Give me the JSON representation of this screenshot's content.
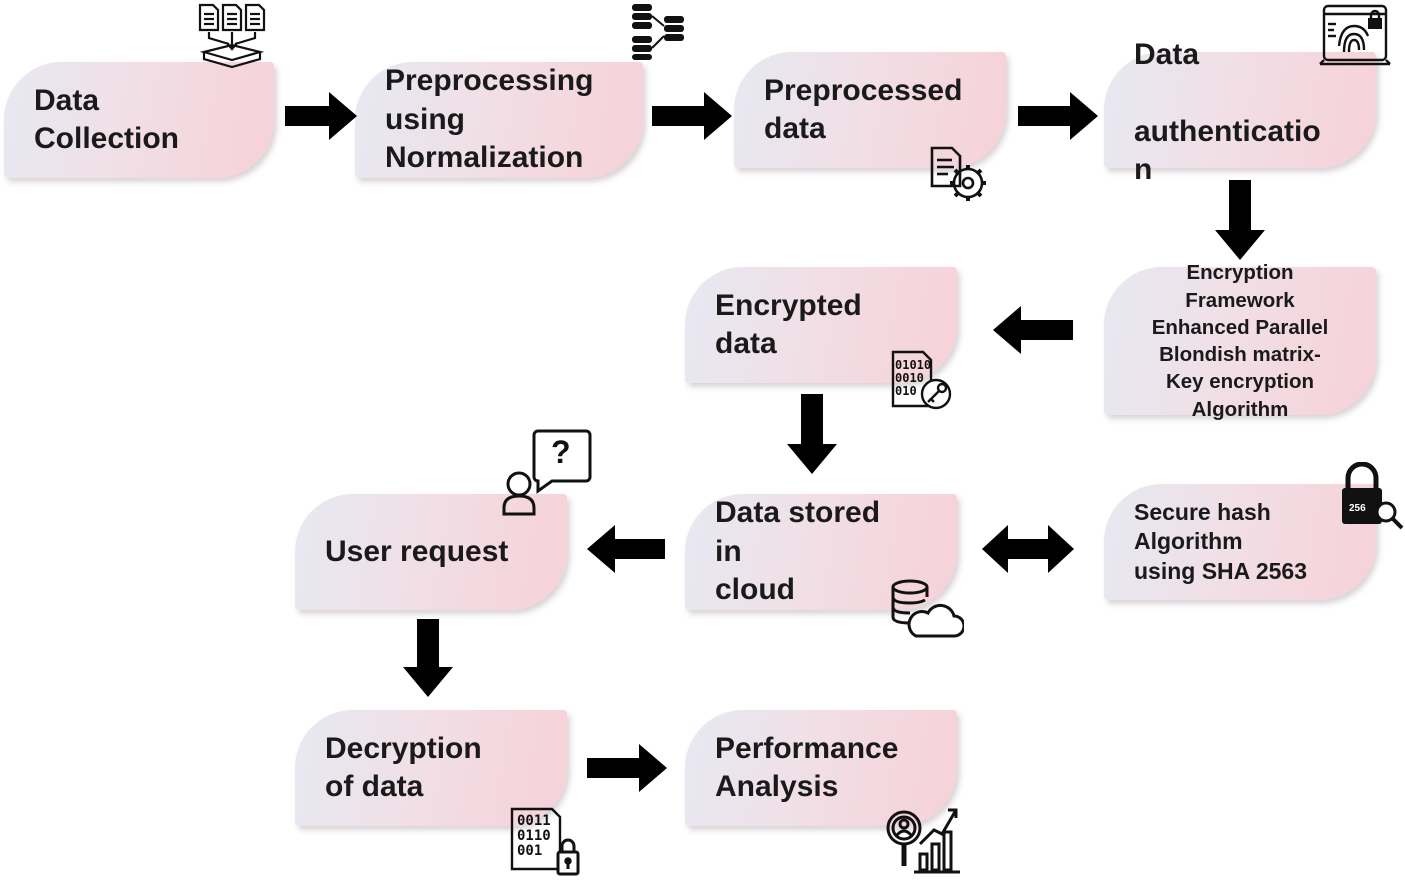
{
  "diagram": {
    "nodes": {
      "data_collection": "Data\nCollection",
      "preprocessing": "Preprocessing\nusing\nNormalization",
      "preprocessed_data": "Preprocessed\ndata",
      "data_authentication": "Data\n\nauthenticatio\nn",
      "encryption_framework": "Encryption\nFramework\nEnhanced Parallel\nBlondish matrix-\nKey encryption\nAlgorithm",
      "encrypted_data": "Encrypted\ndata",
      "data_stored_cloud": "Data stored\nin\n cloud",
      "secure_hash": "Secure hash\n Algorithm\nusing SHA 2563",
      "user_request": "User request",
      "decryption": "Decryption\nof data",
      "performance": "Performance\nAnalysis"
    },
    "icon_text": {
      "binary_encrypted": [
        "01010",
        "0010",
        "010"
      ],
      "binary_decryption": [
        "0011",
        "0110",
        "001"
      ],
      "hash_256": "256",
      "question": "?"
    },
    "colors": {
      "arrow": "#000000",
      "box_start": "#e6e9f2",
      "box_end": "#f7d1d8"
    }
  }
}
